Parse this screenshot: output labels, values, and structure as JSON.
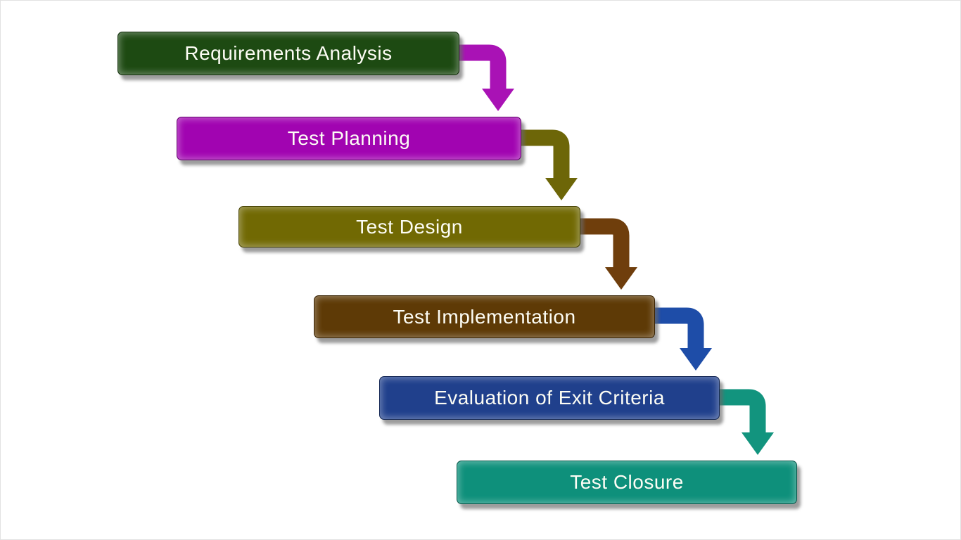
{
  "diagram": {
    "type": "flowchart",
    "background": "#ffffff",
    "text_color": "#fdfdf5"
  },
  "phases": [
    {
      "label": "Requirements Analysis",
      "color": "#1d4a12"
    },
    {
      "label": "Test Planning",
      "color": "#a104b1"
    },
    {
      "label": "Test Design",
      "color": "#716903"
    },
    {
      "label": "Test Implementation",
      "color": "#5e3a06"
    },
    {
      "label": "Evaluation of Exit Criteria",
      "color": "#20408c"
    },
    {
      "label": "Test Closure",
      "color": "#0e907b"
    }
  ],
  "arrows": [
    {
      "from": "Requirements Analysis",
      "to": "Test Planning",
      "color": "#a912b5"
    },
    {
      "from": "Test Planning",
      "to": "Test Design",
      "color": "#6d6608"
    },
    {
      "from": "Test Design",
      "to": "Test Implementation",
      "color": "#6f3e0c"
    },
    {
      "from": "Test Implementation",
      "to": "Evaluation of Exit Criteria",
      "color": "#1e4da8"
    },
    {
      "from": "Evaluation of Exit Criteria",
      "to": "Test Closure",
      "color": "#12947e"
    }
  ]
}
